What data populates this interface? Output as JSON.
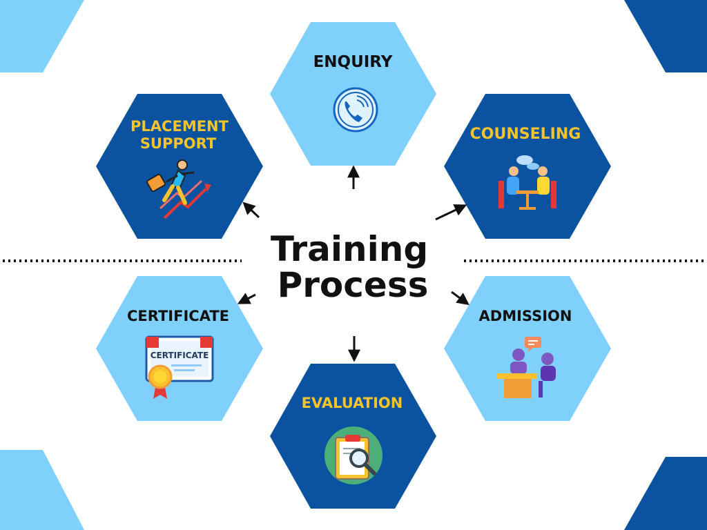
{
  "title": {
    "line1": "Training",
    "line2": "Process"
  },
  "colors": {
    "light_blue": "#7fd0fa",
    "dark_blue": "#0b52a0",
    "label_on_dark": "#f5c42c",
    "label_on_light": "#111111",
    "arrow": "#111111"
  },
  "steps": {
    "enquiry": {
      "label": "ENQUIRY",
      "icon": "phone-icon"
    },
    "counseling": {
      "label": "COUNSELING",
      "icon": "counseling-meeting-icon"
    },
    "admission": {
      "label": "ADMISSION",
      "icon": "admission-desk-icon"
    },
    "evaluation": {
      "label": "EVALUATION",
      "icon": "clipboard-magnifier-icon"
    },
    "certificate": {
      "label": "CERTIFICATE",
      "icon": "certificate-icon",
      "icon_text": "CERTIFICATE"
    },
    "placement": {
      "label_line1": "PLACEMENT",
      "label_line2": "SUPPORT",
      "icon": "career-growth-icon"
    }
  }
}
